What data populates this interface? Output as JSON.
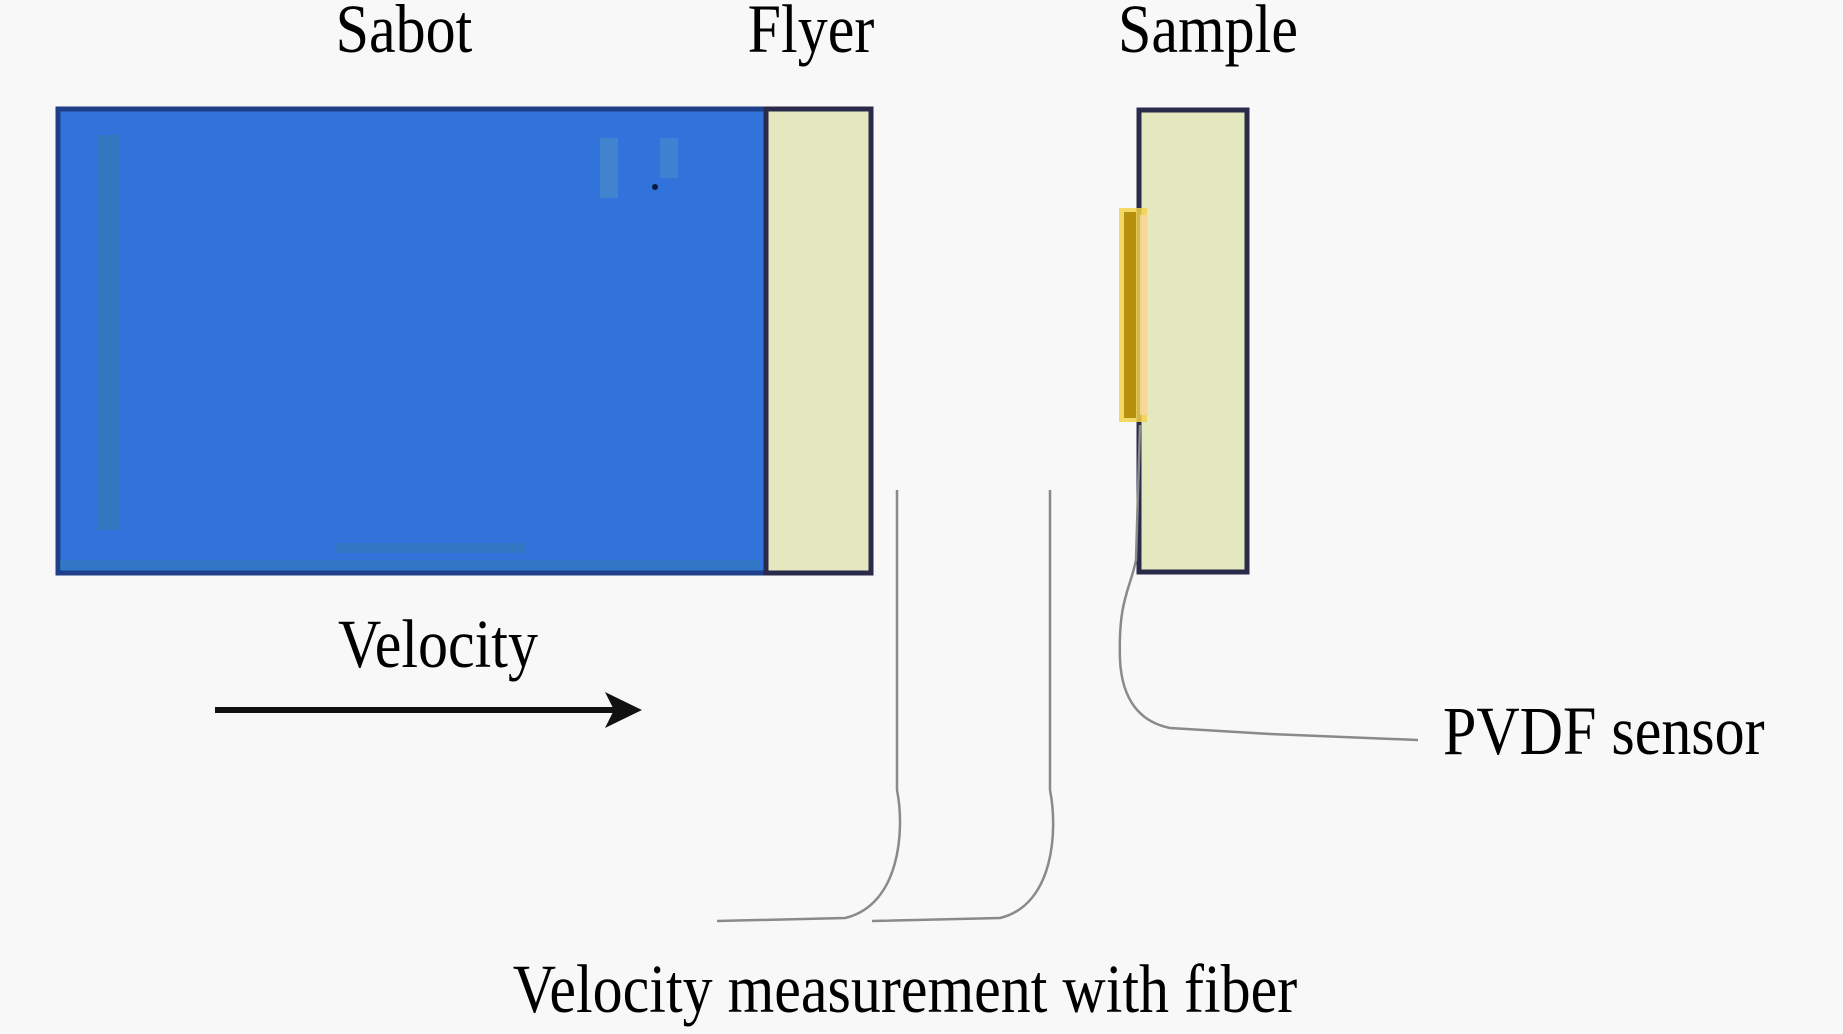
{
  "labels": {
    "sabot": "Sabot",
    "flyer": "Flyer",
    "sample": "Sample",
    "velocity": "Velocity",
    "pvdf_sensor": "PVDF sensor",
    "fiber_caption": "Velocity measurement with fiber"
  },
  "colors": {
    "background": "#f8f8f8",
    "sabot_fill": "#3173db",
    "sabot_border": "#1f3f8a",
    "flyer_fill": "#e4e8bf",
    "sample_fill": "#e4e8bf",
    "block_border": "#2a2a4a",
    "pvdf_fill": "#e8c02a",
    "pvdf_core": "#9a7a10",
    "wire": "#8a8a8a",
    "arrow": "#111111"
  }
}
